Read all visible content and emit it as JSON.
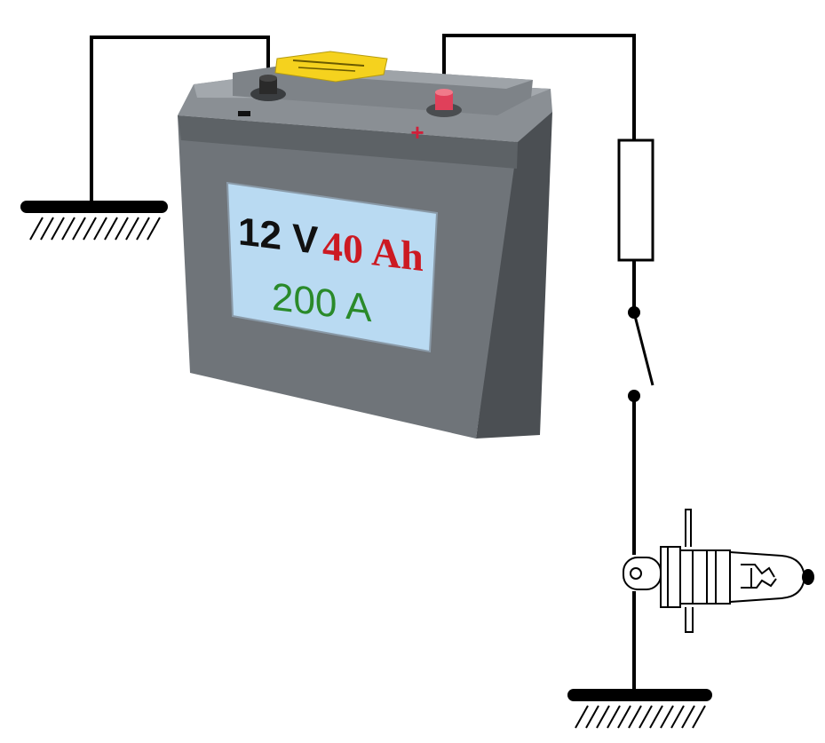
{
  "battery": {
    "voltage": "12 V",
    "capacity": "40 Ah",
    "current": "200 A",
    "negative_symbol": "−",
    "positive_symbol": "+",
    "colors": {
      "voltage_text": "#111111",
      "capacity_text": "#cc1a22",
      "current_text": "#2a8a2a",
      "label_bg": "#b9daf2",
      "body": "#6f7479",
      "terminal_positive": "#e0405a",
      "terminal_negative": "#2a2a2a",
      "sticker": "#f5d21e"
    }
  },
  "circuit": {
    "components": [
      "battery",
      "ground",
      "fuse",
      "switch",
      "lamp",
      "ground"
    ],
    "switch_state": "open",
    "wire_color": "#000000"
  }
}
